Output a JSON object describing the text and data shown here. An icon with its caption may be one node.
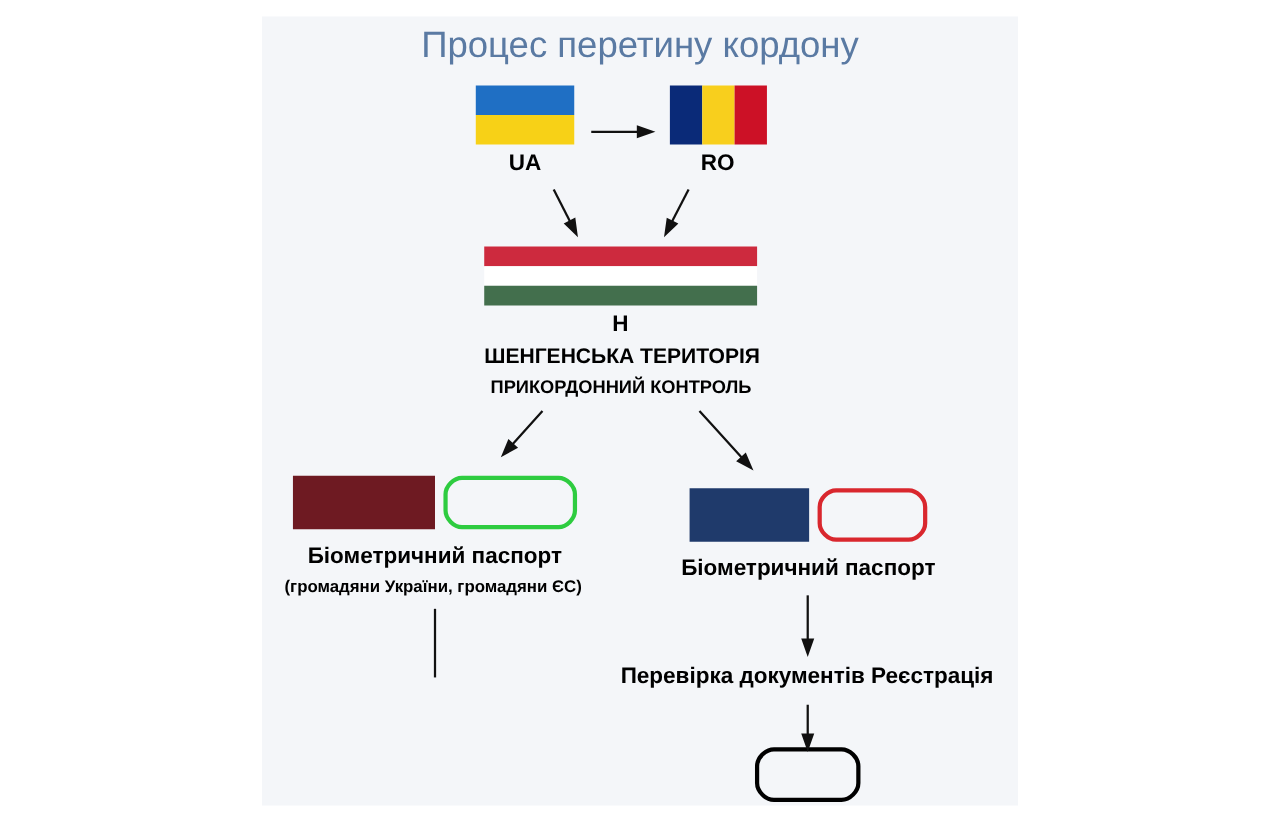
{
  "diagram": {
    "title": "Процес перетину кордону",
    "nodes": [
      {
        "text": [
          "UA"
        ]
      },
      {
        "text": [
          "RO"
        ]
      },
      {
        "text": [
          "H",
          "ШЕНГЕНСЬКА ТЕРИТОРІЯ",
          "ПРИКОРДОННИЙ КОНТРОЛЬ"
        ]
      },
      {
        "text": [
          "Біометричний паспорт",
          "(громадяни України, громадяни ЄС)"
        ]
      },
      {
        "text": [
          "Біометричний паспорт"
        ]
      },
      {
        "text": [
          "Перевірка документів Реєстрація"
        ]
      },
      {
        "text": [],
        "shape": "box"
      }
    ],
    "edges": [
      {
        "from": 0,
        "to": 1,
        "arrow": "to"
      },
      {
        "from": 0,
        "to": 2,
        "arrow": "to"
      },
      {
        "from": 1,
        "to": 2,
        "arrow": "to"
      },
      {
        "from": 2,
        "to": 3,
        "arrow": "to"
      },
      {
        "from": 2,
        "to": 4,
        "arrow": "to"
      },
      {
        "from": 4,
        "to": 5,
        "arrow": "to"
      },
      {
        "from": 5,
        "to": 6,
        "arrow": "to"
      },
      {
        "from": 3,
        "to": null,
        "arrow": "none"
      }
    ]
  }
}
